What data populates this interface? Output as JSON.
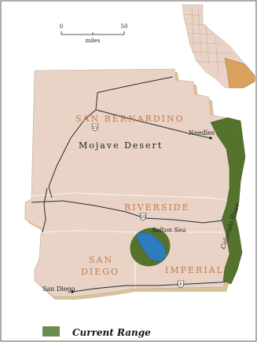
{
  "scale_bar": {
    "start_label": "0",
    "end_label": "50",
    "unit_label": "miles"
  },
  "counties": {
    "san_bernardino": "SAN BERNARDINO",
    "riverside": "RIVERSIDE",
    "san_diego_line1": "SAN",
    "san_diego_line2": "DIEGO",
    "imperial": "IMPERIAL"
  },
  "regions": {
    "mojave_desert": "Mojave Desert"
  },
  "places": {
    "needles": "Needles",
    "salton_sea": "Salton Sea",
    "san_diego": "San Diego"
  },
  "rivers": {
    "colorado_river": "Colorado River"
  },
  "highways": {
    "i15": "15",
    "i10": "10",
    "i8": "8"
  },
  "legend": {
    "label": "Current Range",
    "color": "#6b8e4e"
  },
  "colors": {
    "land": "#e8d3c6",
    "land_shadow": "#d8c29a",
    "range_fill": "#5e7b32",
    "water": "#2f7bc0",
    "county_label": "#c87a4a"
  }
}
